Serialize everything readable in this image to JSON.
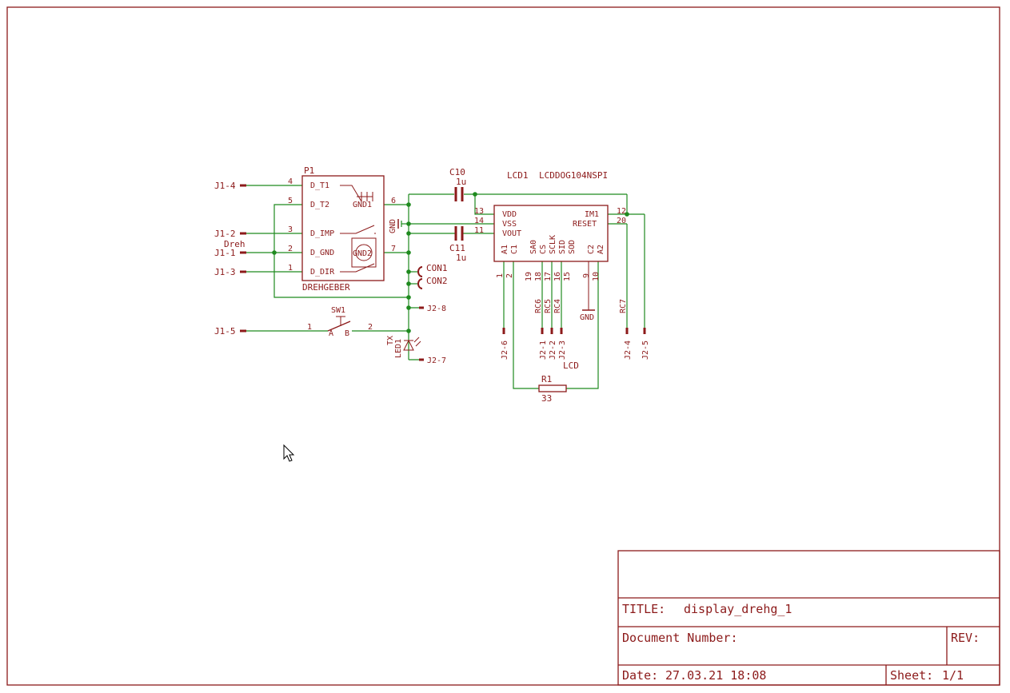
{
  "frame": {
    "title_label": "TITLE:",
    "title_value": "display_drehg_1",
    "document_number_label": "Document Number:",
    "rev_label": "REV:",
    "date_label": "Date:",
    "date_value": "27.03.21 18:08",
    "sheet_label": "Sheet:",
    "sheet_value": "1/1"
  },
  "colors": {
    "part": "#8c1a1a",
    "wire": "#1f8a1f",
    "background": "#ffffff"
  },
  "p1": {
    "name": "P1",
    "value": "DREHGEBER",
    "pins": [
      "D_T1",
      "D_T2",
      "D_IMP",
      "D_GND",
      "D_DIR"
    ],
    "pin_numbers": [
      "4",
      "5",
      "3",
      "2",
      "1"
    ],
    "inner_labels": [
      "GND1",
      "GND2"
    ],
    "right_pin_numbers": [
      "6",
      "7"
    ]
  },
  "lcd1": {
    "name": "LCD1",
    "value": "LCDDOG104NSPI",
    "left_pins": [
      "VDD",
      "VSS",
      "VOUT"
    ],
    "left_pin_numbers": [
      "13",
      "14",
      "11"
    ],
    "right_pins": [
      "IM1",
      "RESET"
    ],
    "right_pin_numbers": [
      "12",
      "20"
    ],
    "bottom_pins": [
      "A1",
      "C1",
      "SA0",
      "CS",
      "SCLK",
      "SID",
      "SOD",
      "C2",
      "A2"
    ],
    "bottom_pin_numbers": [
      "1",
      "2",
      "19",
      "18",
      "17",
      "16",
      "15",
      "9",
      "10"
    ],
    "group_label": "LCD"
  },
  "c10": {
    "name": "C10",
    "value": "1u"
  },
  "c11": {
    "name": "C11",
    "value": "1u"
  },
  "r1": {
    "name": "R1",
    "value": "33"
  },
  "sw1": {
    "name": "SW1",
    "pin1": "1",
    "pin2": "2",
    "a": "A",
    "b": "B"
  },
  "led1": {
    "name": "LED1",
    "value": "TX"
  },
  "con": [
    "CON1",
    "CON2"
  ],
  "gnd": "GND",
  "net_dreh": "Dreh",
  "left_connectors": [
    "J1-4",
    "J1-2",
    "J1-1",
    "J1-3",
    "J1-5"
  ],
  "j2_right": [
    "J2-8",
    "J2-7"
  ],
  "bottom_connectors": [
    "J2-6",
    "J2-1",
    "J2-2",
    "J2-3",
    "J2-4",
    "J2-5"
  ],
  "net_labels": [
    "RC6",
    "RC5",
    "RC4",
    "RC7"
  ]
}
